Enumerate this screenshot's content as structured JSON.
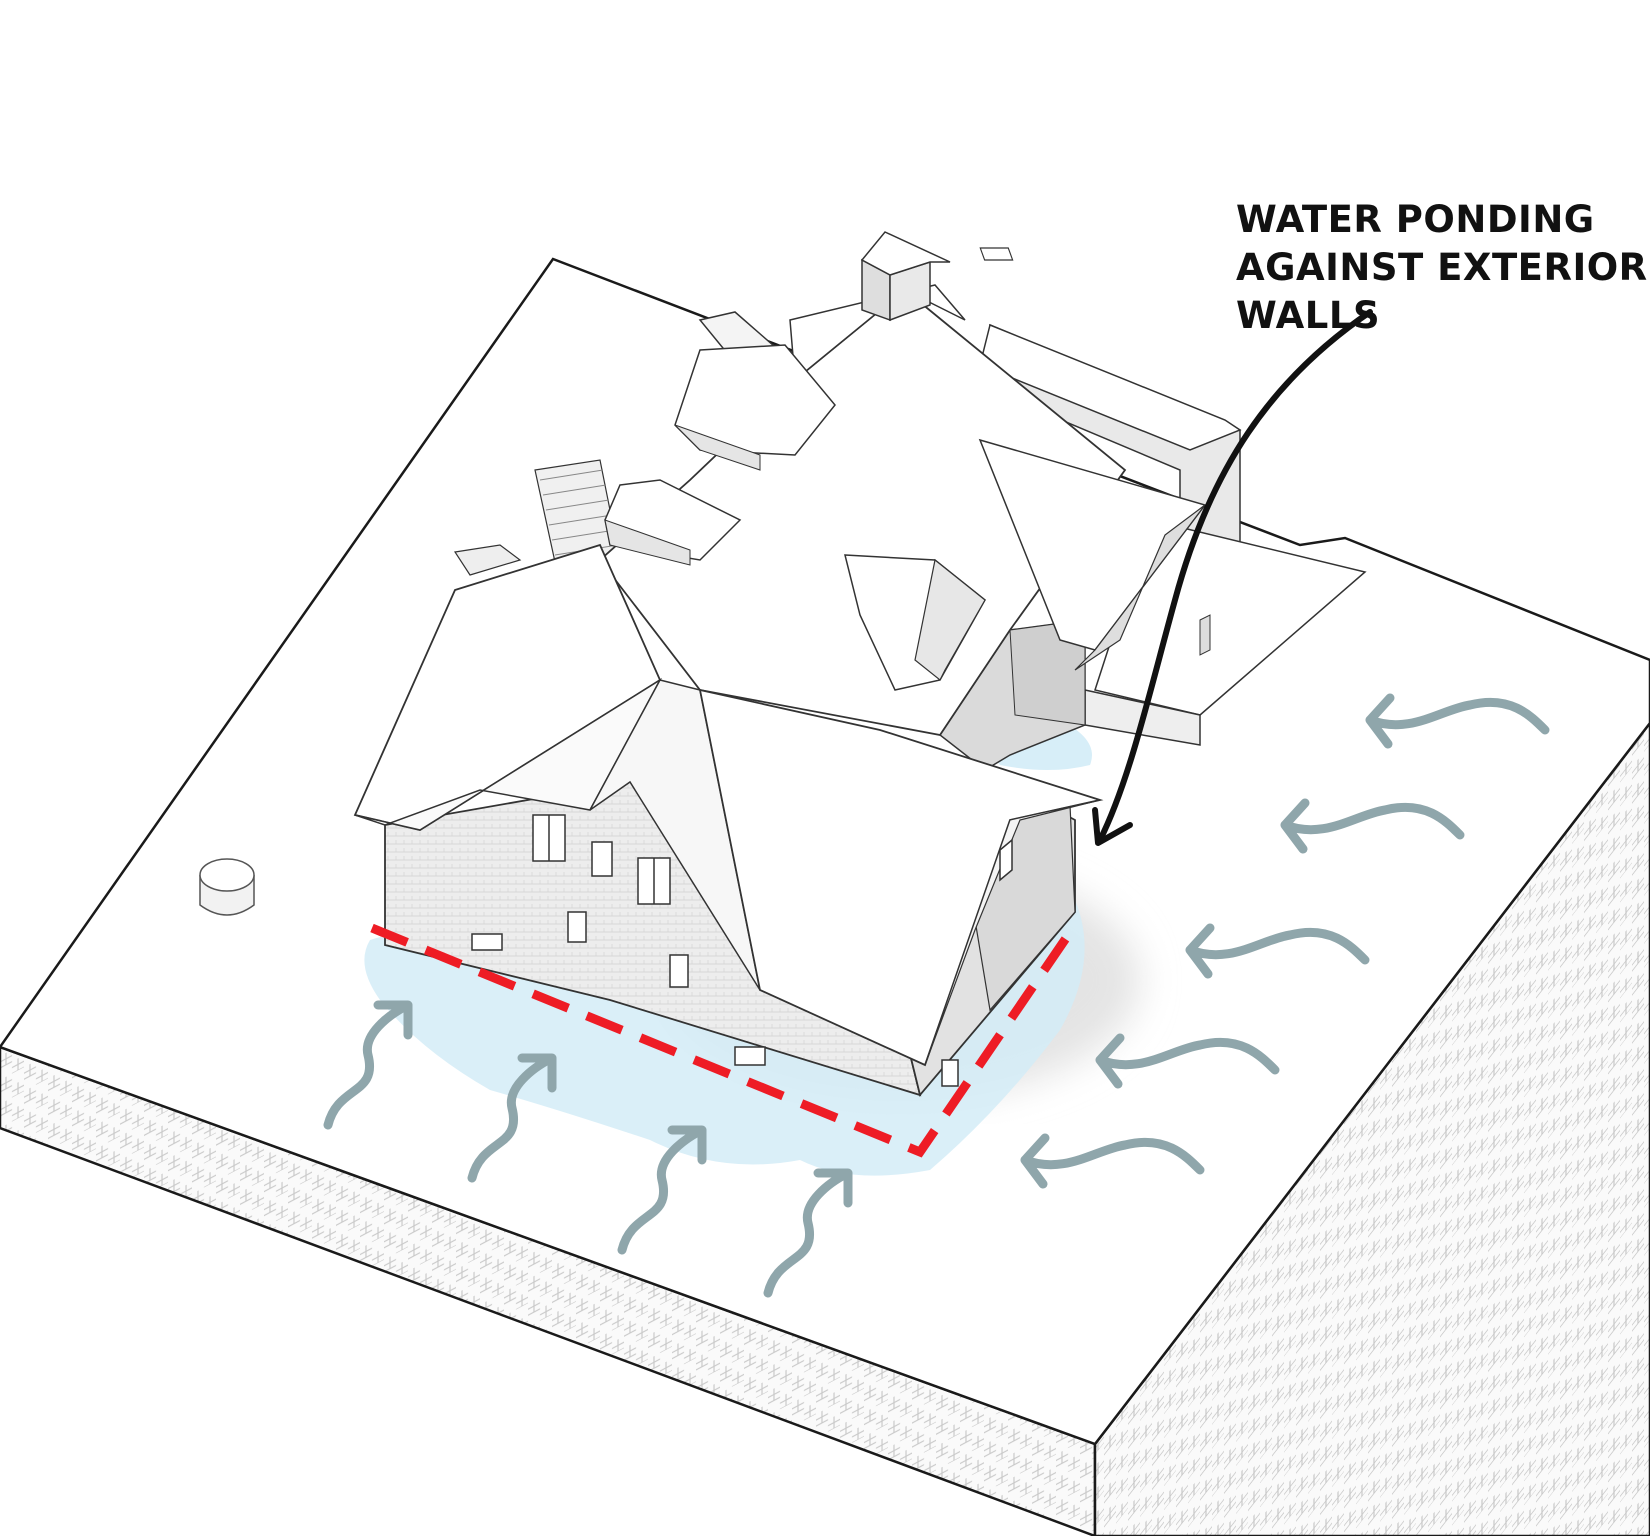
{
  "annotation": {
    "lines": [
      "WATER PONDING",
      "AGAINST EXTERIOR",
      "WALLS"
    ]
  },
  "colors": {
    "ground": "#ffffff",
    "soil_line": "#c9c9c9",
    "outline": "#1a1a1a",
    "roof": "#ffffff",
    "wall": "#e6e6e6",
    "ponding": "#d3ecf7",
    "flow_arrow": "#8fa6ab",
    "hazard_dash": "#ee1c25",
    "callout_text": "#111111"
  },
  "icons": {
    "flow": "curved-flow-arrow",
    "pointer": "curved-pointer-arrow"
  }
}
